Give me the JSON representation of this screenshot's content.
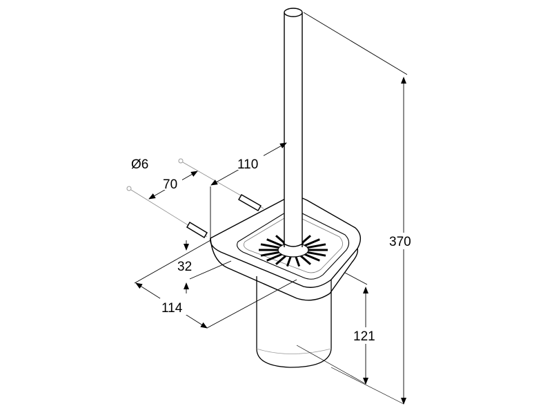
{
  "drawing": {
    "title": "Toilet brush holder dimension drawing",
    "dimensions": {
      "screw_diameter": "Ø6",
      "screw_spacing": "70",
      "wall_to_rod": "110",
      "plate_height": "32",
      "depth": "114",
      "cup_height": "121",
      "total_height": "370"
    }
  }
}
